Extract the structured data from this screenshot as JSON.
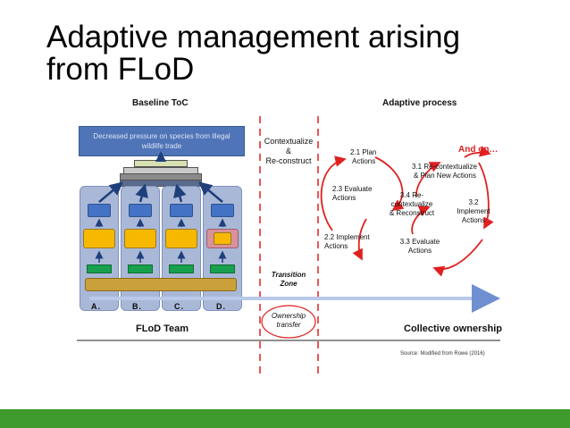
{
  "slide": {
    "title_line1": "Adaptive management arising",
    "title_line2": "from FLoD",
    "baseline_heading": "Baseline ToC",
    "adaptive_heading": "Adaptive process",
    "goal_text_line1": "Decreased pressure on species from illegal",
    "goal_text_line2": "wildlife trade",
    "column_labels": [
      "A.",
      "B.",
      "C.",
      "D."
    ],
    "flod_team": "FLoD Team",
    "contextualize": [
      "Contextualize",
      "&",
      "Re-construct"
    ],
    "transition_zone": [
      "Transition",
      "Zone"
    ],
    "ownership_transfer": [
      "Ownership",
      "transfer"
    ],
    "collective_ownership": "Collective ownership",
    "steps": {
      "s21": [
        "2.1 Plan",
        "Actions"
      ],
      "s23": [
        "2.3 Evaluate",
        "Actions"
      ],
      "s22": [
        "2.2  Implement",
        "Actions"
      ],
      "s31": [
        "3.1 Re-contextualize",
        "& Plan New Actions"
      ],
      "s34": [
        "3.4  Re-",
        "contextualize",
        "& Reconstruct"
      ],
      "s32": [
        "3.2",
        "Implement",
        "Actions"
      ],
      "s33": [
        "3.3 Evaluate",
        "Actions"
      ]
    },
    "and_on": "And on…",
    "source": "Source: Modified from Rowe (2016)",
    "colors": {
      "accent_red": "#e02020",
      "footer_green": "#3e9a2c",
      "goal_blue": "#4f74b8"
    }
  }
}
